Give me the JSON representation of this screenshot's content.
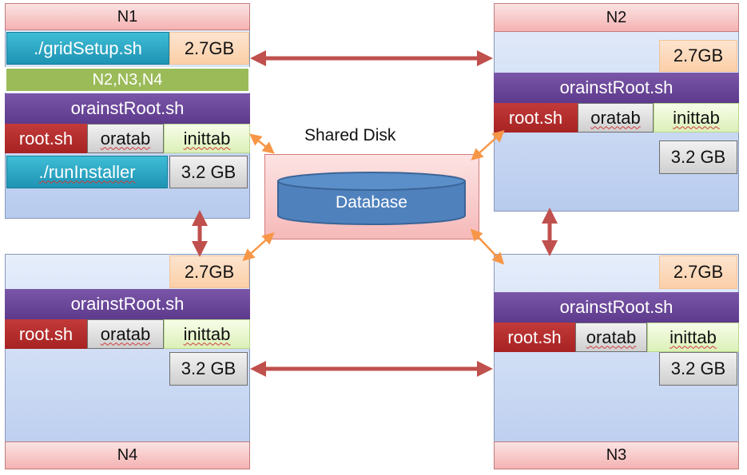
{
  "nodes": {
    "n1": {
      "title": "N1",
      "grid_setup": "./gridSetup.sh",
      "grid_size": "2.7GB",
      "targets": "N2,N3,N4",
      "orainst": "orainstRoot.sh",
      "root": "root.sh",
      "oratab": "oratab",
      "inittab": "inittab",
      "run_installer": "./runInstaller",
      "db_size": "3.2 GB"
    },
    "n2": {
      "title": "N2",
      "grid_size": "2.7GB",
      "orainst": "orainstRoot.sh",
      "root": "root.sh",
      "oratab": "oratab",
      "inittab": "inittab",
      "db_size": "3.2 GB"
    },
    "n3": {
      "title": "N3",
      "grid_size": "2.7GB",
      "orainst": "orainstRoot.sh",
      "root": "root.sh",
      "oratab": "oratab",
      "inittab": "inittab",
      "db_size": "3.2 GB"
    },
    "n4": {
      "title": "N4",
      "grid_size": "2.7GB",
      "orainst": "orainstRoot.sh",
      "root": "root.sh",
      "oratab": "oratab",
      "inittab": "inittab",
      "db_size": "3.2 GB"
    }
  },
  "shared_disk": {
    "label": "Shared Disk",
    "database": "Database"
  },
  "colors": {
    "arrow_red": "#c0504d",
    "arrow_orange": "#f79646",
    "database_blue": "#4f81bd"
  }
}
